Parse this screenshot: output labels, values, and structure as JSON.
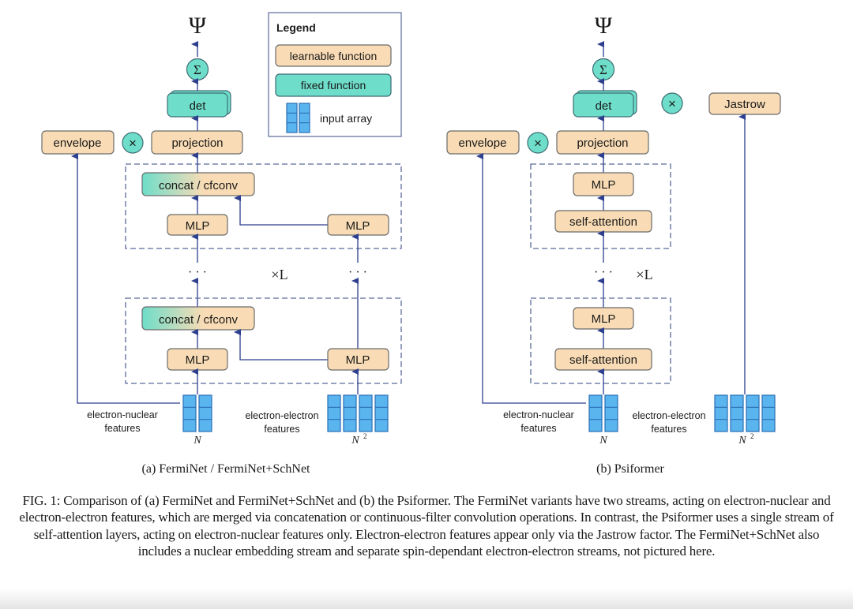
{
  "colors": {
    "learnable_fill": "#F9DCB5",
    "fixed_fill": "#6EDDC9",
    "box_stroke": "#6b6b6b",
    "arrow": "#2E3F8F",
    "dashed": "#5A6A9A",
    "array_fill": "#5AB4EE",
    "array_stroke": "#2A6FB5"
  },
  "legend": {
    "title": "Legend",
    "learnable": "learnable function",
    "fixed": "fixed function",
    "input": "input array"
  },
  "panel_a": {
    "output": "Ψ",
    "sum": "Σ",
    "det": "det",
    "projection": "projection",
    "envelope": "envelope",
    "times": "×",
    "concat_top": "concat / cfconv",
    "mlp_top_left": "MLP",
    "mlp_top_right": "MLP",
    "concat_bottom": "concat / cfconv",
    "mlp_bottom_left": "MLP",
    "mlp_bottom_right": "MLP",
    "dots_left": "· · ·",
    "dots_right": "· · ·",
    "repeat": "×L",
    "en_label_1": "electron-nuclear",
    "en_label_2": "features",
    "en_dim": "N",
    "ee_label_1": "electron-electron",
    "ee_label_2": "features",
    "ee_dim": "N",
    "ee_dim_sup": "2",
    "subcaption": "(a) FermiNet / FermiNet+SchNet"
  },
  "panel_b": {
    "output": "Ψ",
    "sum": "Σ",
    "det": "det",
    "times_det": "×",
    "jastrow": "Jastrow",
    "projection": "projection",
    "envelope": "envelope",
    "times": "×",
    "mlp_top": "MLP",
    "attn_top": "self-attention",
    "mlp_bottom": "MLP",
    "attn_bottom": "self-attention",
    "dots": "· · ·",
    "repeat": "×L",
    "en_label_1": "electron-nuclear",
    "en_label_2": "features",
    "en_dim": "N",
    "ee_label_1": "electron-electron",
    "ee_label_2": "features",
    "ee_dim": "N",
    "ee_dim_sup": "2",
    "subcaption": "(b) Psiformer"
  },
  "caption": "FIG. 1: Comparison of (a) FermiNet and FermiNet+SchNet and (b) the Psiformer. The FermiNet variants have two streams, acting on electron-nuclear and electron-electron features, which are merged via concatenation or continuous-filter convolution operations. In contrast, the Psiformer uses a single stream of self-attention layers, acting on electron-nuclear features only. Electron-electron features appear only via the Jastrow factor. The FermiNet+SchNet also includes a nuclear embedding stream and separate spin-dependant electron-electron streams, not pictured here."
}
